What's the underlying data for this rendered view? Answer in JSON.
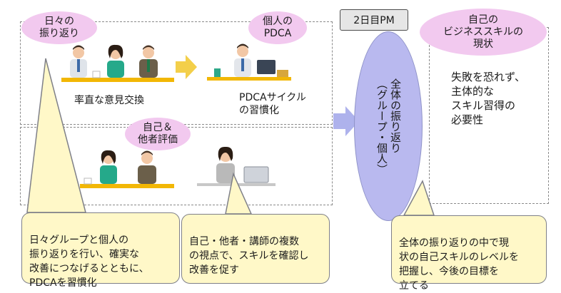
{
  "daily_reflection": {
    "label": "日々の\n振り返り"
  },
  "personal_pdca": {
    "label": "個人の\nPDCA"
  },
  "self_others_eval": {
    "label": "自己＆\n他者評価"
  },
  "business_skill": {
    "label": "自己の\nビジネススキルの\n現状"
  },
  "time_badge": {
    "label": "2日目PM"
  },
  "caption_exchange": "率直な意見交換",
  "caption_pdca": "PDCAサイクル\nの習慣化",
  "overall_reflection": "全体の振り返り\n（グループ・個人）",
  "skill_need_text": "失敗を恐れず、\n主体的な\nスキル習得の\n必要性",
  "callouts": {
    "daily": "日々グループと個人の\n振り返りを行い、確実な\n改善につなげるとともに、\nPDCAを習慣化",
    "multi_view": "自己・他者・講師の複数\nの視点で、スキルを確認し\n改善を促す",
    "overall": "全体の振り返りの中で現\n状の自己スキルのレベルを\n把握し、今後の目標を\n立てる"
  },
  "colors": {
    "pill": "#f2c9ef",
    "callout": "#fff8c8",
    "oval": "#b9b9ef",
    "arrow": "#f3cf4a",
    "arrow_purple": "#aeb2ec"
  }
}
